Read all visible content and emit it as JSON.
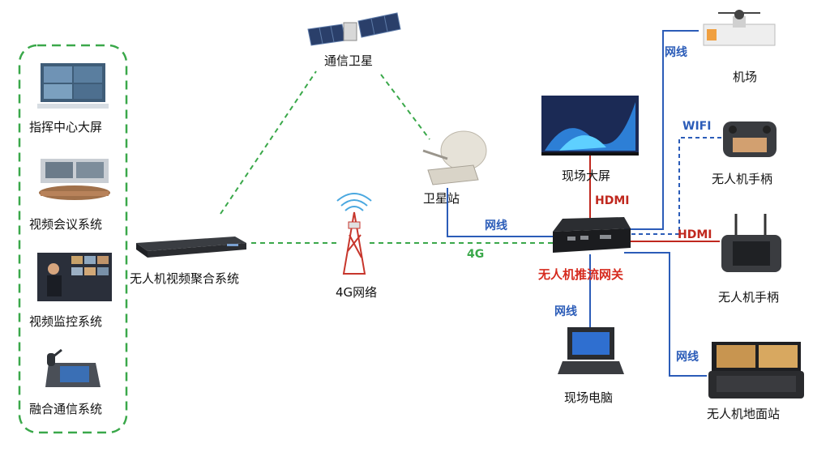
{
  "left_group": {
    "items": [
      {
        "label": "指挥中心大屏",
        "icon": "command-center-screen-icon"
      },
      {
        "label": "视频会议系统",
        "icon": "video-conference-icon"
      },
      {
        "label": "视频监控系统",
        "icon": "video-surveillance-icon"
      },
      {
        "label": "融合通信系统",
        "icon": "unified-comm-phone-icon"
      }
    ],
    "border_color": "#3aa84a"
  },
  "nodes": {
    "aggregation": "无人机视频聚合系统",
    "satellite": "通信卫星",
    "sat_station": "卫星站",
    "tower_4g": "4G网络",
    "onsite_screen": "现场大屏",
    "gateway": "无人机推流网关",
    "onsite_pc": "现场电脑",
    "airport": "机场",
    "controller_wifi": "无人机手柄",
    "controller_hdmi": "无人机手柄",
    "ground_station": "无人机地面站"
  },
  "links": {
    "sat_wired": "网线",
    "label_4g": "4G",
    "hdmi_screen": "HDMI",
    "pc_wired": "网线",
    "airport_wired": "网线",
    "wifi": "WIFI",
    "hdmi_controller": "HDMI",
    "ground_wired": "网线"
  },
  "colors": {
    "wired": "#2b5cb8",
    "hdmi": "#c0281e",
    "wireless": "#3aa84a",
    "gateway_label": "#d62a1e"
  }
}
